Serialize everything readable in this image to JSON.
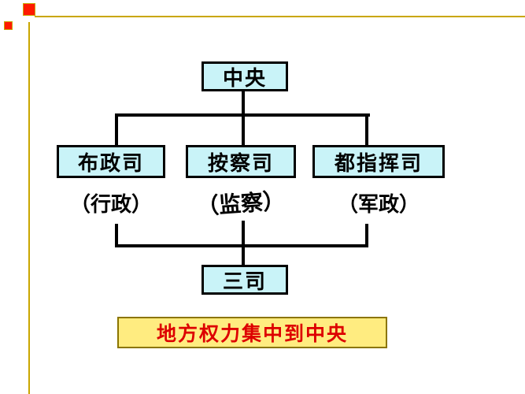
{
  "diagram": {
    "top_box": "中央",
    "branches": [
      {
        "label": "布政司",
        "note": "（行政）"
      },
      {
        "label": "按察司",
        "note": "（监察）"
      },
      {
        "label": "都指挥司",
        "note": "（军政）"
      }
    ],
    "bottom_box": "三司",
    "banner": "地方权力集中到中央"
  },
  "colors": {
    "box_background": "#c9f3f8",
    "box_border": "#000000",
    "connector": "#000000",
    "banner_background": "#ffec80",
    "banner_border": "#8b7500",
    "banner_text": "#dd0000",
    "accent_gold": "#c9a600",
    "accent_red": "#ff1a00"
  }
}
